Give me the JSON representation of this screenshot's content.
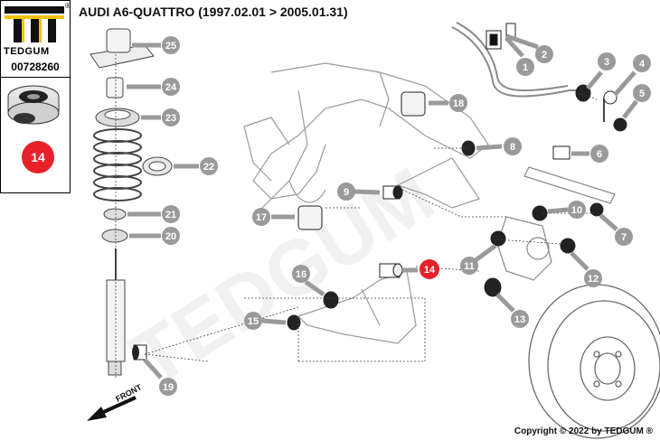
{
  "header": {
    "title": "AUDI A6-QUATTRO (1997.02.01 > 2005.01.31)"
  },
  "sidebar": {
    "brand": "TEDGUM",
    "registered_mark": "®",
    "part_number": "00728260",
    "highlight_number": "14"
  },
  "footer": {
    "copyright": "Copyright © 2022 by TEDGUM ®"
  },
  "diagram": {
    "watermark": "TEDGUM",
    "direction_label": "FRONT",
    "highlight_color": "#e8202a",
    "callout_color": "#9a9a9a",
    "callouts": [
      {
        "id": "1",
        "label": "1"
      },
      {
        "id": "2",
        "label": "2"
      },
      {
        "id": "3",
        "label": "3"
      },
      {
        "id": "4",
        "label": "4"
      },
      {
        "id": "5",
        "label": "5"
      },
      {
        "id": "6",
        "label": "6"
      },
      {
        "id": "7",
        "label": "7"
      },
      {
        "id": "8",
        "label": "8"
      },
      {
        "id": "9",
        "label": "9"
      },
      {
        "id": "10",
        "label": "10"
      },
      {
        "id": "11",
        "label": "11"
      },
      {
        "id": "12",
        "label": "12"
      },
      {
        "id": "13",
        "label": "13"
      },
      {
        "id": "14",
        "label": "14"
      },
      {
        "id": "15",
        "label": "15"
      },
      {
        "id": "16",
        "label": "16"
      },
      {
        "id": "17",
        "label": "17"
      },
      {
        "id": "18",
        "label": "18"
      },
      {
        "id": "19",
        "label": "19"
      },
      {
        "id": "20",
        "label": "20"
      },
      {
        "id": "21",
        "label": "21"
      },
      {
        "id": "22",
        "label": "22"
      },
      {
        "id": "23",
        "label": "23"
      },
      {
        "id": "24",
        "label": "24"
      },
      {
        "id": "25",
        "label": "25"
      }
    ]
  }
}
